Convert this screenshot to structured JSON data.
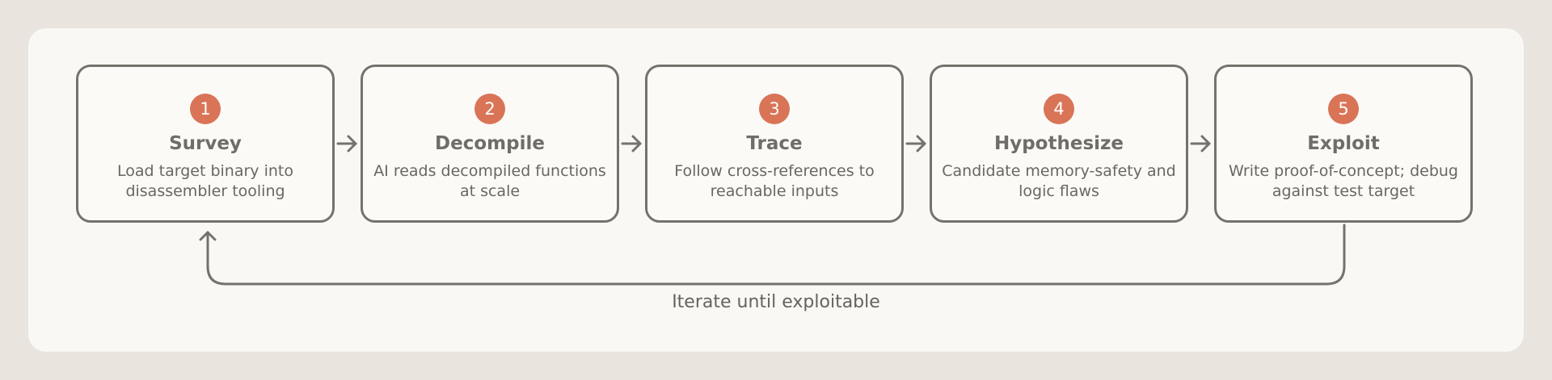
{
  "steps": [
    {
      "number": "1",
      "title": "Survey",
      "description": "Load target binary into disassembler tooling"
    },
    {
      "number": "2",
      "title": "Decompile",
      "description": "AI reads decompiled functions at scale"
    },
    {
      "number": "3",
      "title": "Trace",
      "description": "Follow cross-references to reachable inputs"
    },
    {
      "number": "4",
      "title": "Hypothesize",
      "description": "Candidate memory-safety and logic flaws"
    },
    {
      "number": "5",
      "title": "Exploit",
      "description": "Write proof-of-concept; debug against test target"
    }
  ],
  "loop": {
    "label": "Iterate until exploitable"
  },
  "colors": {
    "badge": "#d97457",
    "line": "#75726c",
    "background": "#e9e5de",
    "panel": "#f9f8f5"
  }
}
